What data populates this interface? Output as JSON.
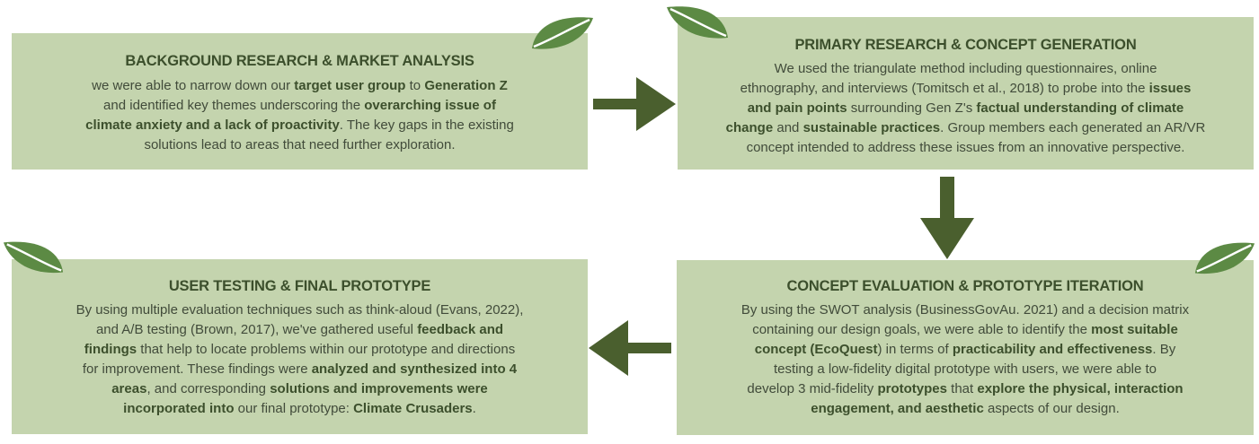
{
  "colors": {
    "card_bg": "#c4d4ae",
    "heading": "#3c4f2c",
    "arrow": "#4a5f2e",
    "leaf": "#5c8a44"
  },
  "icons": [
    "leaf-icon",
    "arrow-right-icon",
    "arrow-down-icon",
    "arrow-left-icon"
  ],
  "stages": [
    {
      "title": "BACKGROUND RESEARCH & MARKET ANALYSIS",
      "body": [
        [
          {
            "t": "we were able to narrow down our "
          },
          {
            "t": "target user group",
            "b": true
          },
          {
            "t": " to "
          },
          {
            "t": "Generation Z",
            "b": true
          }
        ],
        [
          {
            "t": "and identified key themes underscoring the "
          },
          {
            "t": "overarching issue of",
            "b": true
          }
        ],
        [
          {
            "t": "climate anxiety and a lack of proactivity",
            "b": true
          },
          {
            "t": ". The key gaps in the existing"
          }
        ],
        [
          {
            "t": "solutions lead to areas that need further exploration."
          }
        ]
      ]
    },
    {
      "title": "PRIMARY RESEARCH & CONCEPT GENERATION",
      "body": [
        [
          {
            "t": "We used the triangulate method including questionnaires, online"
          }
        ],
        [
          {
            "t": "ethnography, and interviews (Tomitsch et al., 2018) to probe into the "
          },
          {
            "t": "issues",
            "b": true
          }
        ],
        [
          {
            "t": "and pain points",
            "b": true
          },
          {
            "t": " surrounding Gen Z's "
          },
          {
            "t": "factual understanding of climate",
            "b": true
          }
        ],
        [
          {
            "t": "change",
            "b": true
          },
          {
            "t": " and "
          },
          {
            "t": "sustainable practices",
            "b": true
          },
          {
            "t": ". Group members each generated an AR/VR"
          }
        ],
        [
          {
            "t": "concept intended to address these issues from an innovative perspective."
          }
        ]
      ]
    },
    {
      "title": "CONCEPT EVALUATION & PROTOTYPE ITERATION",
      "body": [
        [
          {
            "t": "By using the SWOT analysis (BusinessGovAu. 2021) and a decision matrix"
          }
        ],
        [
          {
            "t": "containing our design goals, we were able to identify the "
          },
          {
            "t": "most suitable",
            "b": true
          }
        ],
        [
          {
            "t": "concept (EcoQuest",
            "b": true
          },
          {
            "t": ") in terms of "
          },
          {
            "t": "practicability and effectiveness",
            "b": true
          },
          {
            "t": ". By"
          }
        ],
        [
          {
            "t": "testing a low-fidelity digital prototype with users, we were able to"
          }
        ],
        [
          {
            "t": "develop 3 mid-fidelity "
          },
          {
            "t": "prototypes",
            "b": true
          },
          {
            "t": " that "
          },
          {
            "t": "explore the physical, interaction",
            "b": true
          }
        ],
        [
          {
            "t": "engagement, and aesthetic",
            "b": true
          },
          {
            "t": " aspects of our design."
          }
        ]
      ]
    },
    {
      "title": "USER TESTING & FINAL PROTOTYPE",
      "body": [
        [
          {
            "t": "By using multiple evaluation techniques such as think-aloud (Evans, 2022),"
          }
        ],
        [
          {
            "t": "and A/B testing (Brown, 2017), we've gathered useful "
          },
          {
            "t": "feedback and",
            "b": true
          }
        ],
        [
          {
            "t": "findings",
            "b": true
          },
          {
            "t": " that help to locate problems within our prototype and directions"
          }
        ],
        [
          {
            "t": "for improvement. These findings were "
          },
          {
            "t": "analyzed and synthesized into 4",
            "b": true
          }
        ],
        [
          {
            "t": "areas",
            "b": true
          },
          {
            "t": ", and corresponding "
          },
          {
            "t": "solutions and improvements were",
            "b": true
          }
        ],
        [
          {
            "t": "incorporated into",
            "b": true
          },
          {
            "t": " our final prototype: "
          },
          {
            "t": "Climate Crusaders",
            "b": true
          },
          {
            "t": "."
          }
        ]
      ]
    }
  ]
}
